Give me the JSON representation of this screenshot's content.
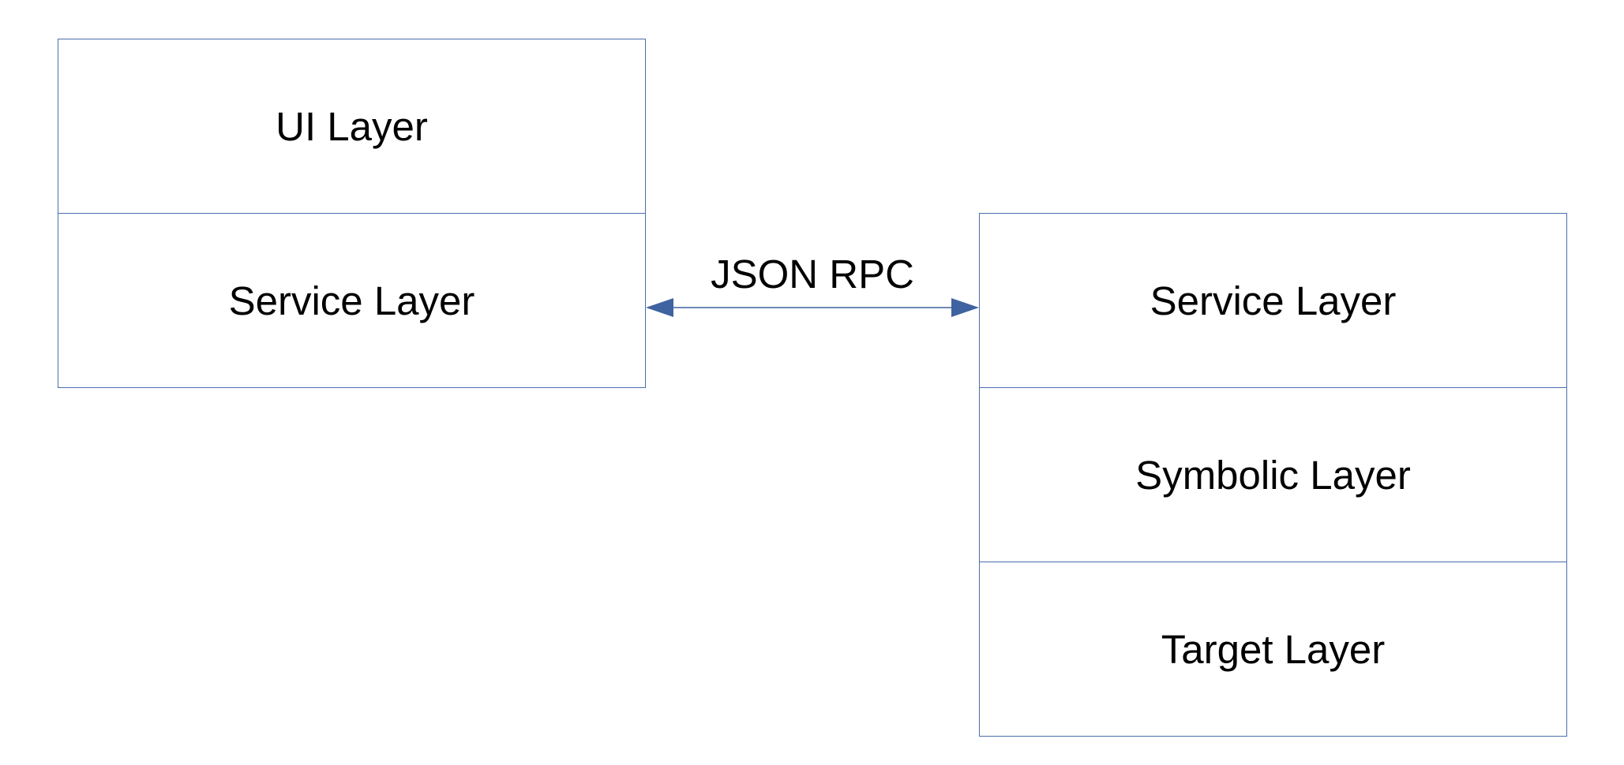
{
  "client_stack": {
    "layers": [
      {
        "label": "UI Layer"
      },
      {
        "label": "Service Layer"
      }
    ]
  },
  "server_stack": {
    "layers": [
      {
        "label": "Service Layer"
      },
      {
        "label": "Symbolic Layer"
      },
      {
        "label": "Target Layer"
      }
    ]
  },
  "connector": {
    "label": "JSON RPC",
    "direction": "bidirectional"
  },
  "colors": {
    "border": "#4a6eae",
    "arrow": "#3f62a0",
    "text": "#000000",
    "background": "#ffffff"
  }
}
